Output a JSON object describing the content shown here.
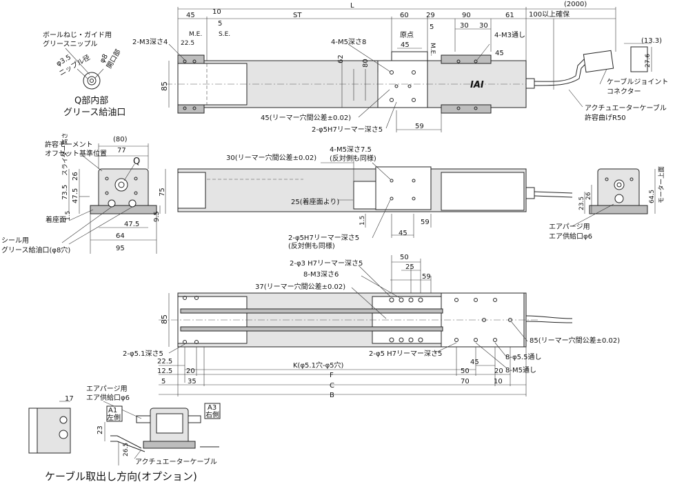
{
  "figure": {
    "top_dims": {
      "d45": "45",
      "d10": "10",
      "st": "ST",
      "L": "L",
      "d60": "60",
      "d29": "29",
      "d90": "90",
      "d61": "61",
      "d2000": "(2000)",
      "d100": "100以上確保",
      "d5a": "5",
      "d5b": "5",
      "me": "M.E.",
      "se": "S.E.",
      "me2": "M.E.",
      "origin": "原点",
      "d30a": "30",
      "d30b": "30",
      "d45b": "45",
      "d22_5": "22.5",
      "d62": "62",
      "d80": "80",
      "d85": "85",
      "d59": "59",
      "d13_3": "(13.3)",
      "d27_6": "27.6"
    },
    "top_notes": {
      "m3_depth": "2-M3深さ4",
      "m5_depth": "4-M5深さ8",
      "m3_thru": "4-M3通し",
      "reamer45": "45(リーマー穴間公差±0.02)",
      "phi5h7": "2-φ5H7リーマー深さ5",
      "cable_joint_1": "ケーブルジョイント",
      "cable_joint_2": "コネクター",
      "act_cable": "アクチュエーターケーブル",
      "bend_r": "許容曲げR50",
      "logo": "IAI"
    },
    "q_detail": {
      "line1": "ボールねじ・ガイド用",
      "line2": "グリースニップル",
      "phi35": "φ3.5",
      "nipple": "ニップル径",
      "phi8": "φ8",
      "opening": "開口部",
      "title1": "Q部内部",
      "title2": "グリース給油口"
    },
    "left_section": {
      "moment1": "許容モーメント",
      "moment2": "オフセット基準位置",
      "d80": "(80)",
      "d77": "77",
      "q": "Q",
      "d73_5": "73.5",
      "slider": "スライダー高さ",
      "d26": "26",
      "d47_5": "47.5",
      "d75": "75",
      "d1_5": "1.5",
      "d47_5b": "47.5",
      "d9_5": "9.5",
      "d64": "64",
      "d95": "95",
      "mount": "着座面",
      "seal1": "シール用",
      "seal2": "グリース給油口(φ8穴)"
    },
    "mid_notes": {
      "reamer30": "30(リーマー穴間公差±0.02)",
      "m5_75": "4-M5深さ7.5",
      "opp1": "(反対側も同様)",
      "d25": "25(着座面より)",
      "d1_5": "1.5",
      "d59": "59",
      "d45": "45",
      "phi5h7": "2-φ5H7リーマー深さ5",
      "opp2": "(反対側も同様)"
    },
    "right_end": {
      "d23_5": "23.5",
      "d26": "26",
      "d64_5": "64.5",
      "motor_top": "モーター上面",
      "air1": "エアパージ用",
      "air2": "エア供給口φ6"
    },
    "bottom_view": {
      "phi3": "2-φ3 H7リーマー深さ5",
      "m3_6": "8-M3深さ6",
      "reamer37": "37(リーマー穴間公差±0.02)",
      "d50": "50",
      "d25": "25",
      "d59": "59",
      "d85": "85",
      "phi51": "2-φ5.1深さ5",
      "phi5b": "2-φ5 H7リーマー深さ5",
      "phi55": "8-φ5.5通し",
      "m5thru": "8-M5通し",
      "reamer85": "85(リーマー穴間公差±0.02)",
      "d22_5": "22.5",
      "d12_5": "12.5",
      "d20": "20",
      "d5": "5",
      "d35": "35",
      "K": "K(φ5.1穴-φ5穴)",
      "F": "F",
      "C": "C",
      "B": "B",
      "d45": "45",
      "d50b": "50",
      "d20b": "20",
      "d70": "70",
      "d10": "10"
    },
    "cable_option": {
      "d17": "17",
      "air1": "エアパージ用",
      "air2": "エア供給口φ6",
      "a1": "A1",
      "a1s": "左側",
      "a3": "A3",
      "a3s": "右側",
      "d23": "23",
      "d26_5": "26.5",
      "cable": "アクチュエーターケーブル",
      "title": "ケーブル取出し方向(オプション)"
    }
  }
}
